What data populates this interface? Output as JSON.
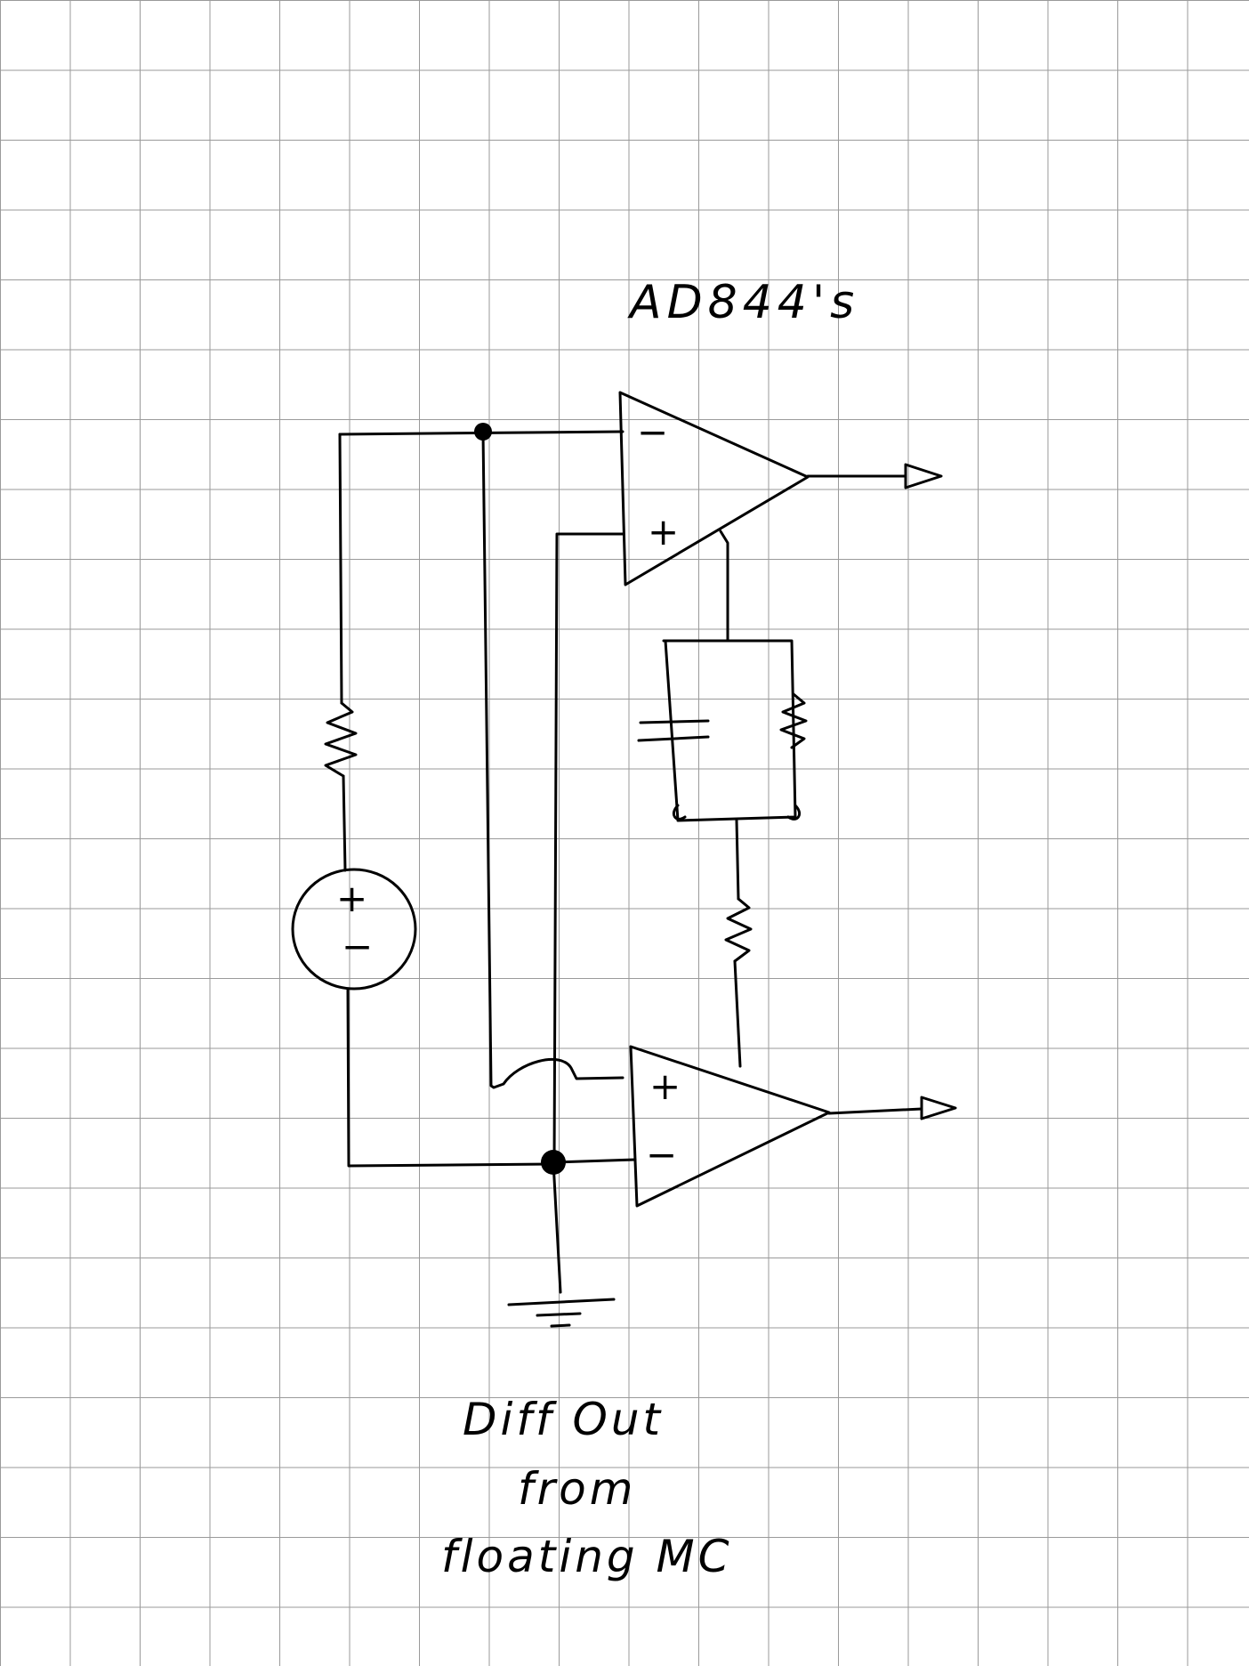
{
  "annotation": {
    "part_label": "AD844's"
  },
  "caption": {
    "line1": "Diff Out",
    "line2": "from",
    "line3": "floating MC"
  },
  "opamp_top": {
    "minus_sign": "−",
    "plus_sign": "+"
  },
  "opamp_bottom": {
    "plus_sign": "+",
    "minus_sign": "−"
  },
  "source": {
    "plus_sign": "+",
    "minus_sign": "−"
  }
}
